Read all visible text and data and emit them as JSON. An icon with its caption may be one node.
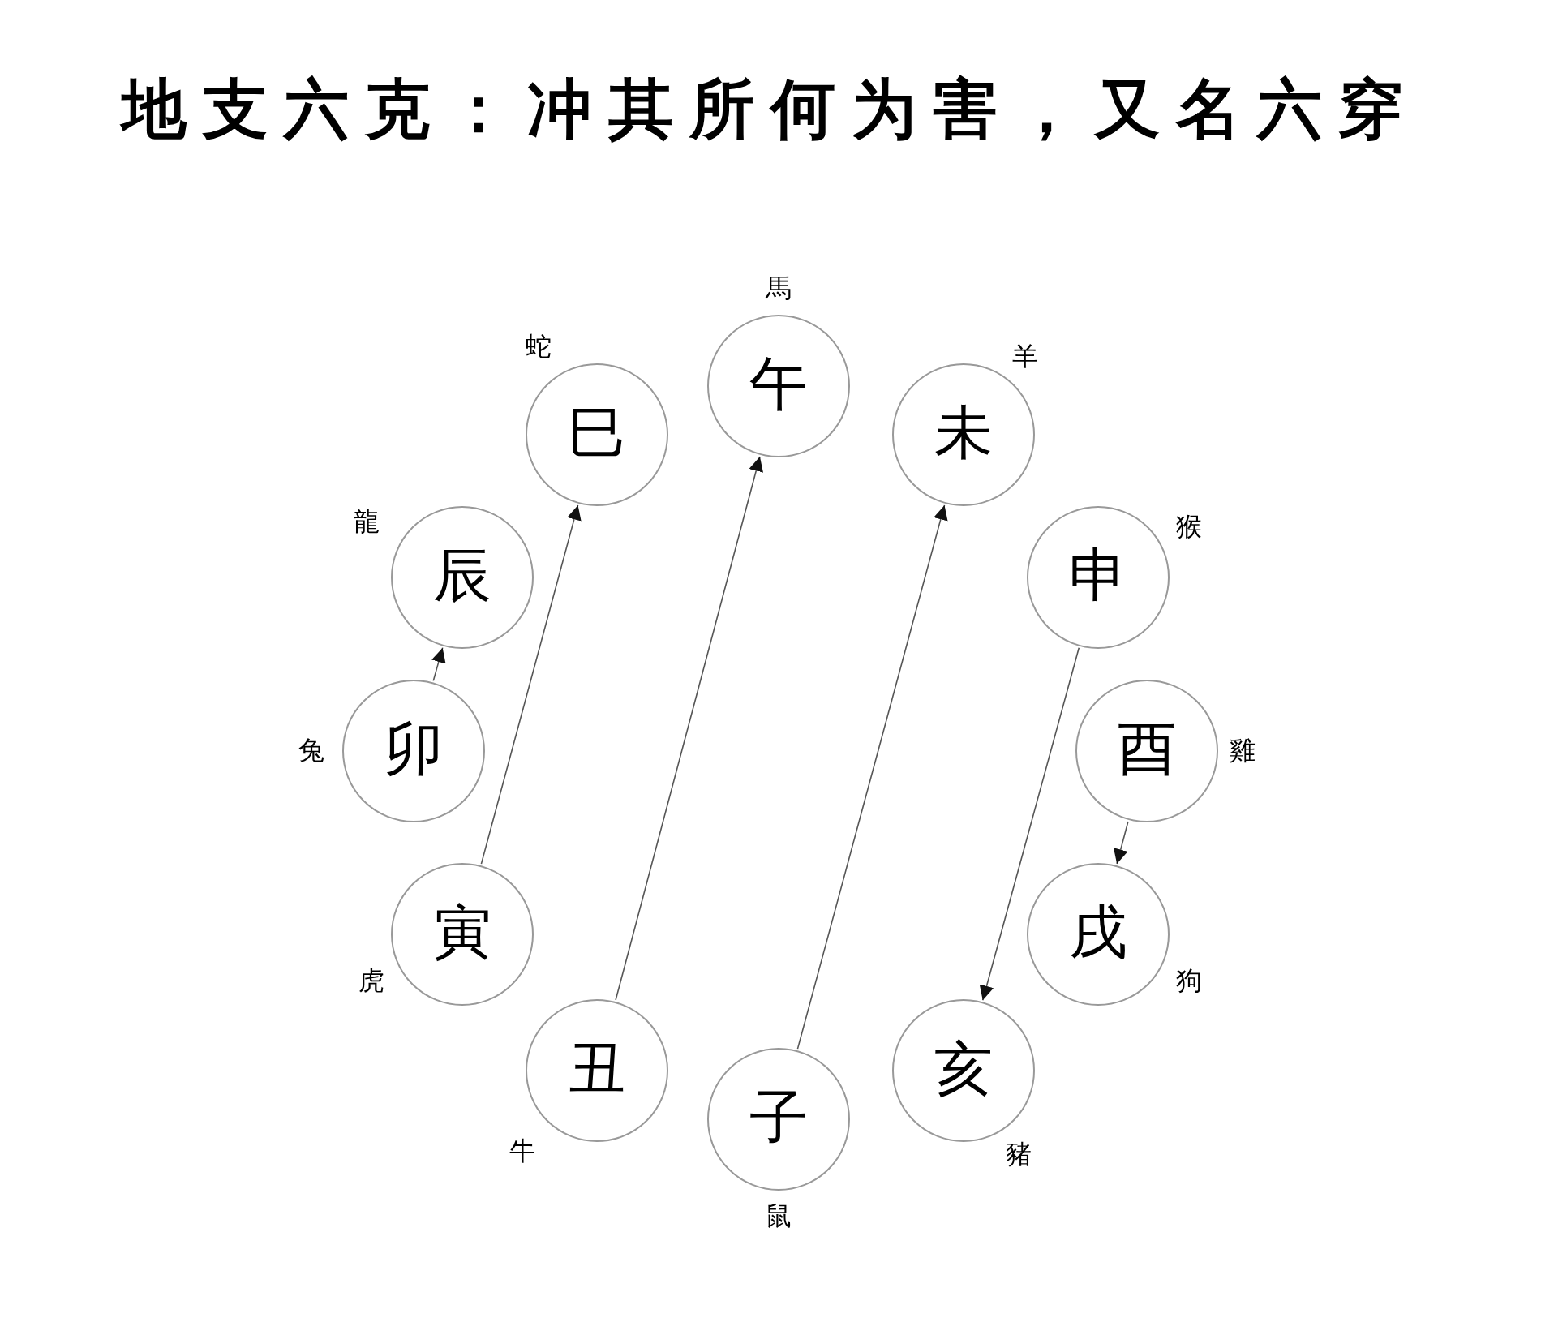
{
  "diagram": {
    "title": "地支六克：冲其所何为害，又名六穿",
    "nodes": [
      {
        "text": [
          "午"
        ],
        "beside": [
          "馬"
        ]
      },
      {
        "text": [
          "未"
        ],
        "beside": [
          "羊"
        ]
      },
      {
        "text": [
          "申"
        ],
        "beside": [
          "猴"
        ]
      },
      {
        "text": [
          "酉"
        ],
        "beside": [
          "雞"
        ]
      },
      {
        "text": [
          "戌"
        ],
        "beside": [
          "狗"
        ]
      },
      {
        "text": [
          "亥"
        ],
        "beside": [
          "豬"
        ]
      },
      {
        "text": [
          "子"
        ],
        "beside": [
          "鼠"
        ]
      },
      {
        "text": [
          "丑"
        ],
        "beside": [
          "牛"
        ]
      },
      {
        "text": [
          "寅"
        ],
        "beside": [
          "虎"
        ]
      },
      {
        "text": [
          "卯"
        ],
        "beside": [
          "兔"
        ]
      },
      {
        "text": [
          "辰"
        ],
        "beside": [
          "龍"
        ]
      },
      {
        "text": [
          "巳"
        ],
        "beside": [
          "蛇"
        ]
      }
    ],
    "edges": [
      {
        "from": 9,
        "to": 10,
        "arrow": "to"
      },
      {
        "from": 8,
        "to": 11,
        "arrow": "to"
      },
      {
        "from": 7,
        "to": 0,
        "arrow": "to"
      },
      {
        "from": 6,
        "to": 1,
        "arrow": "to"
      },
      {
        "from": 2,
        "to": 5,
        "arrow": "to"
      },
      {
        "from": 3,
        "to": 4,
        "arrow": "to"
      }
    ]
  }
}
